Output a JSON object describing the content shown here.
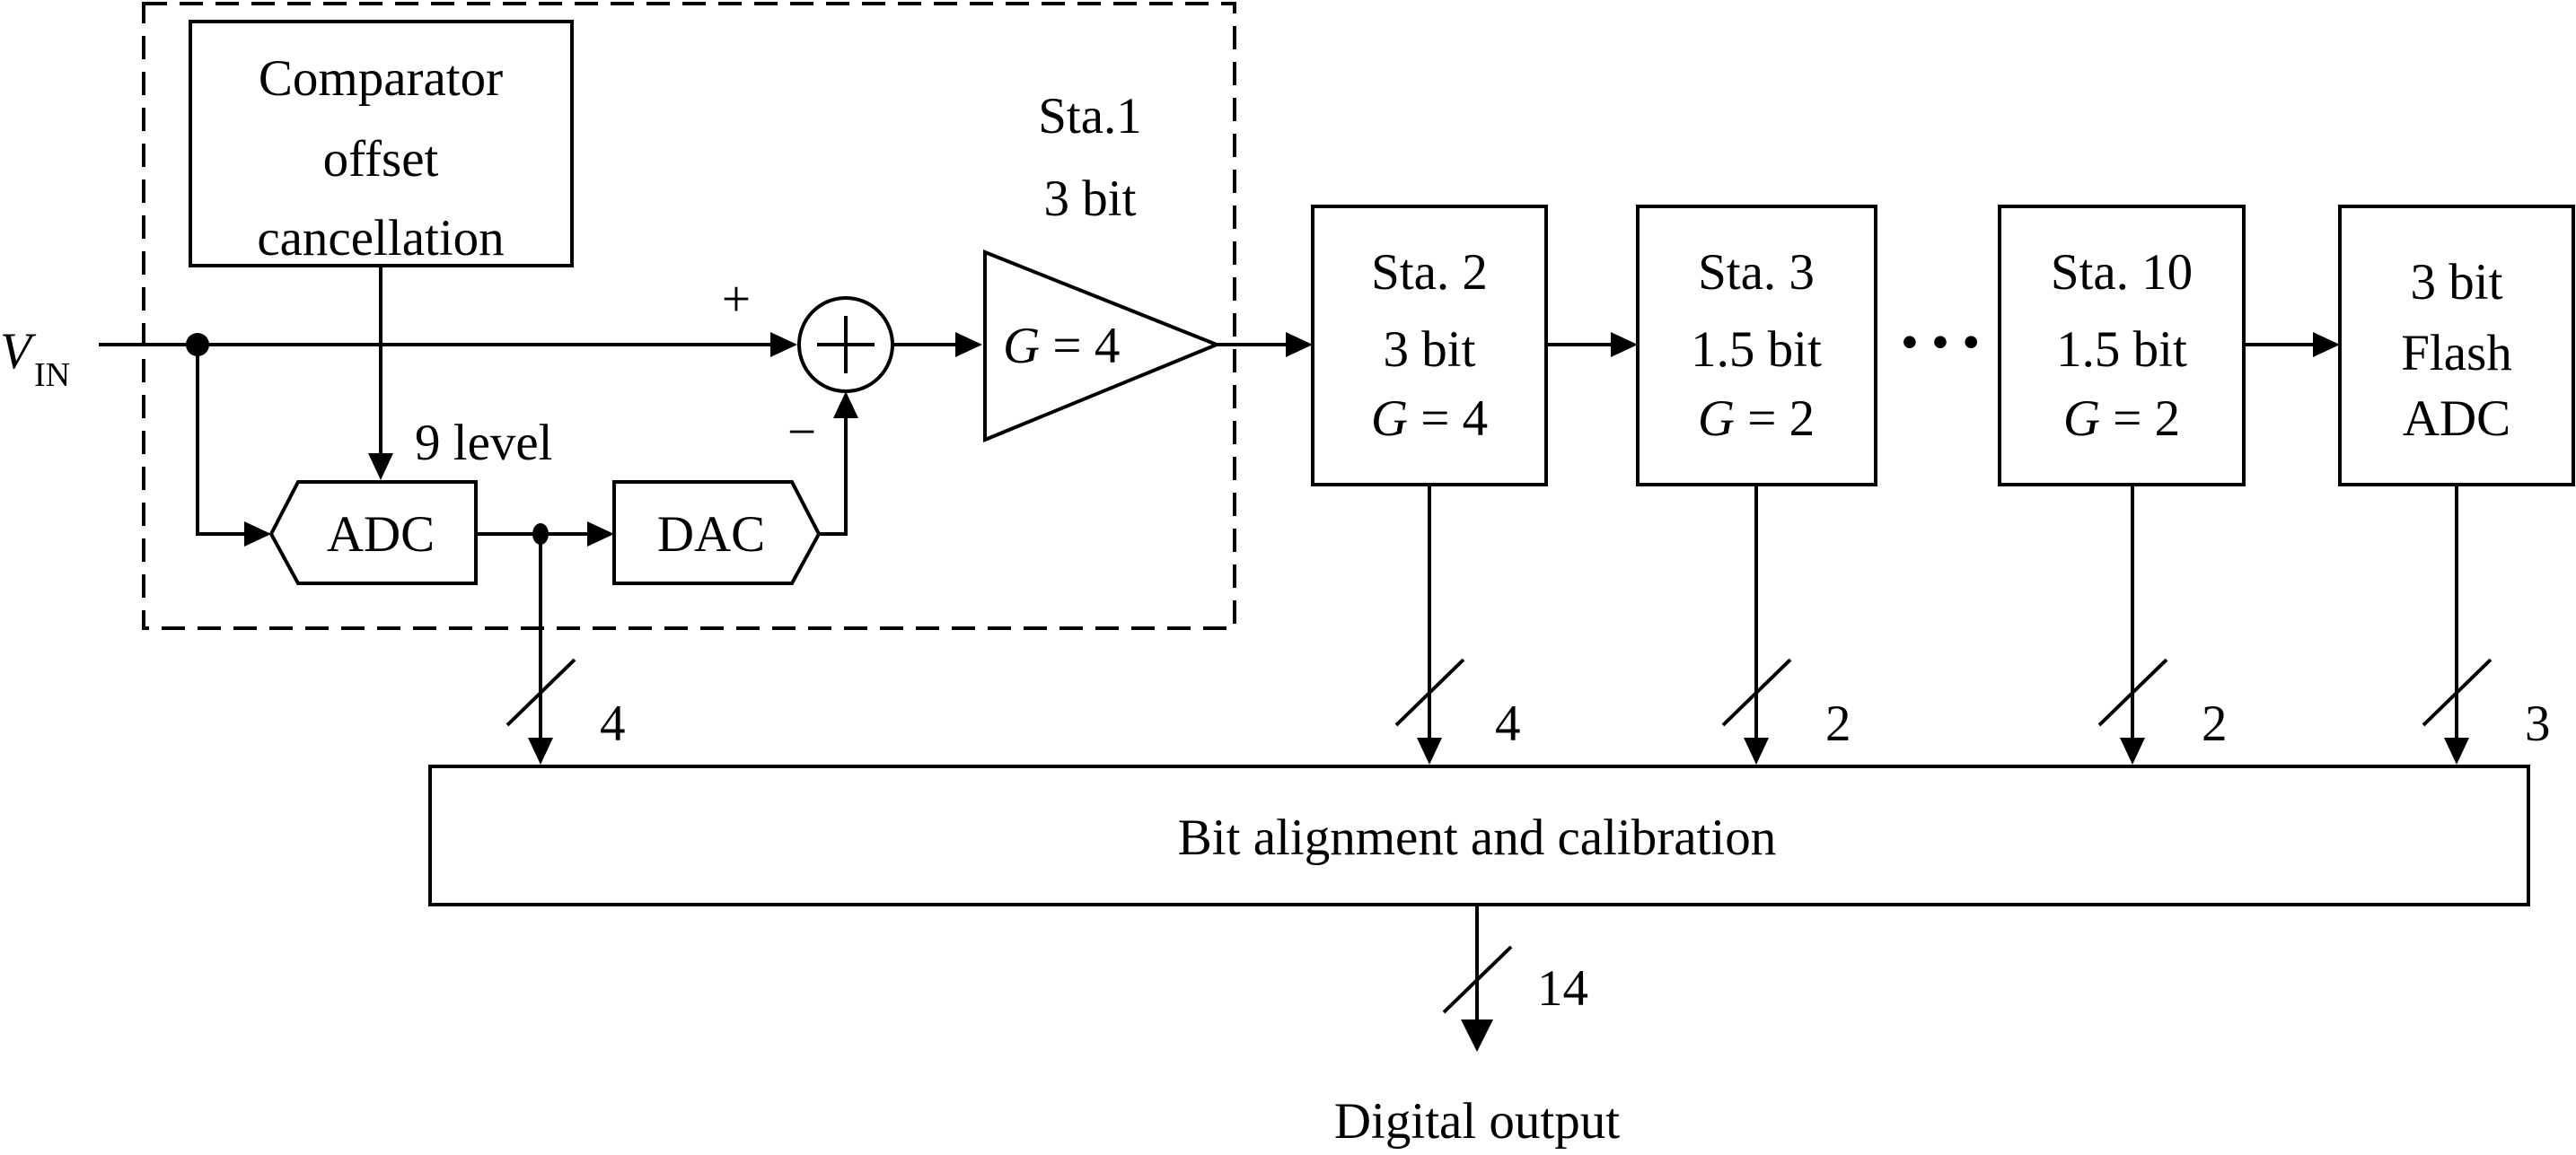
{
  "input": {
    "label_main": "V",
    "label_sub": "IN"
  },
  "offset_block": {
    "line1": "Comparator",
    "line2": "offset",
    "line3": "cancellation"
  },
  "stage1": {
    "name": "Sta.1",
    "bits": "3 bit",
    "gain_var": "G",
    "gain_rest": " = 4"
  },
  "summer": {
    "plus": "+",
    "minus": "−"
  },
  "adc": {
    "label": "ADC",
    "levels": "9 level"
  },
  "dac": {
    "label": "DAC"
  },
  "stage2": {
    "name": "Sta. 2",
    "bits": "3 bit",
    "gain_var": "G",
    "gain_rest": " = 4"
  },
  "stage3": {
    "name": "Sta. 3",
    "bits": "1.5 bit",
    "gain_var": "G",
    "gain_rest": " = 2"
  },
  "ellipsis": "• • •",
  "stage10": {
    "name": "Sta. 10",
    "bits": "1.5 bit",
    "gain_var": "G",
    "gain_rest": " = 2"
  },
  "flash": {
    "line1": "3 bit",
    "line2": "Flash",
    "line3": "ADC"
  },
  "bus_widths": {
    "stage1": "4",
    "stage2": "4",
    "stage3": "2",
    "stage10": "2",
    "flash": "3",
    "output": "14"
  },
  "alignment_block": {
    "label": "Bit alignment and  calibration"
  },
  "output": {
    "label": "Digital output"
  }
}
